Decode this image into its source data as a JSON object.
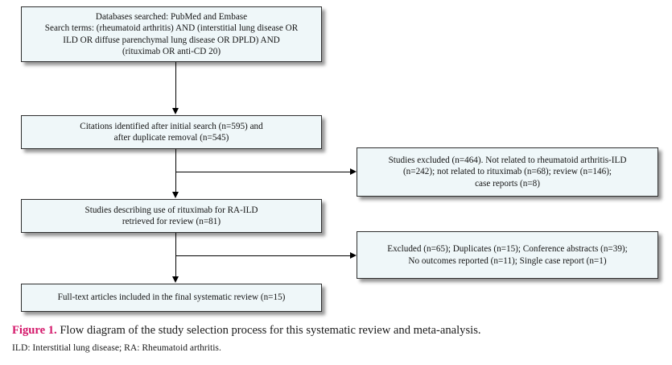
{
  "figure": {
    "nodes": {
      "search": {
        "name": "search-strategy-box",
        "lines": [
          "Databases searched: PubMed and Embase",
          "Search terms: (rheumatoid arthritis) AND (interstitial lung disease OR",
          "ILD OR diffuse parenchymal lung disease OR DPLD) AND",
          "(rituximab OR anti-CD 20)"
        ]
      },
      "citations": {
        "name": "citations-identified-box",
        "lines": [
          "Citations identified after initial search (n=595) and",
          "after duplicate removal (n=545)"
        ]
      },
      "retrieved": {
        "name": "studies-retrieved-box",
        "lines": [
          "Studies describing use of rituximab for RA-ILD",
          "retrieved for review (n=81)"
        ]
      },
      "included": {
        "name": "articles-included-box",
        "lines": [
          "Full-text articles included in the final systematic review (n=15)"
        ]
      },
      "excluded_1": {
        "name": "studies-excluded-box",
        "lines": [
          "Studies excluded (n=464). Not related to rheumatoid arthritis-ILD",
          "(n=242); not related to rituximab (n=68); review (n=146);",
          "case reports (n=8)"
        ]
      },
      "excluded_2": {
        "name": "records-excluded-box",
        "lines": [
          "Excluded (n=65); Duplicates (n=15); Conference abstracts (n=39);",
          "No outcomes reported (n=11); Single case report (n=1)"
        ]
      }
    },
    "colors": {
      "box_fill": "#eff7f9",
      "box_border": "#2e2e2e",
      "connector": "#000000",
      "figure_label": "#d4176a",
      "text": "#1a1a1a",
      "background": "#ffffff"
    },
    "caption": {
      "label": "Figure 1.",
      "text": " Flow diagram of the study selection process for this systematic review and meta-analysis.",
      "footnote": "ILD: Interstitial lung disease; RA: Rheumatoid arthritis."
    }
  },
  "chart_data": {
    "type": "diagram",
    "title": "Flow diagram of the study selection process for this systematic review and meta-analysis.",
    "stages": [
      {
        "id": "identification",
        "label": "Databases searched: PubMed and Embase",
        "n": null
      },
      {
        "id": "citations_identified",
        "label": "Citations identified after initial search",
        "n": 595
      },
      {
        "id": "after_duplicate_removal",
        "label": "After duplicate removal",
        "n": 545
      },
      {
        "id": "studies_excluded",
        "label": "Studies excluded",
        "n": 464
      },
      {
        "id": "retrieved_for_review",
        "label": "Studies describing use of rituximab for RA-ILD retrieved for review",
        "n": 81
      },
      {
        "id": "excluded_second_pass",
        "label": "Excluded",
        "n": 65
      },
      {
        "id": "included",
        "label": "Full-text articles included in the final systematic review",
        "n": 15
      }
    ],
    "exclusion_reasons_stage1": [
      {
        "reason": "Not related to rheumatoid arthritis-ILD",
        "n": 242
      },
      {
        "reason": "Not related to rituximab",
        "n": 68
      },
      {
        "reason": "Review",
        "n": 146
      },
      {
        "reason": "Case reports",
        "n": 8
      }
    ],
    "exclusion_reasons_stage2": [
      {
        "reason": "Duplicates",
        "n": 15
      },
      {
        "reason": "Conference abstracts",
        "n": 39
      },
      {
        "reason": "No outcomes reported",
        "n": 11
      },
      {
        "reason": "Single case report",
        "n": 1
      }
    ]
  }
}
